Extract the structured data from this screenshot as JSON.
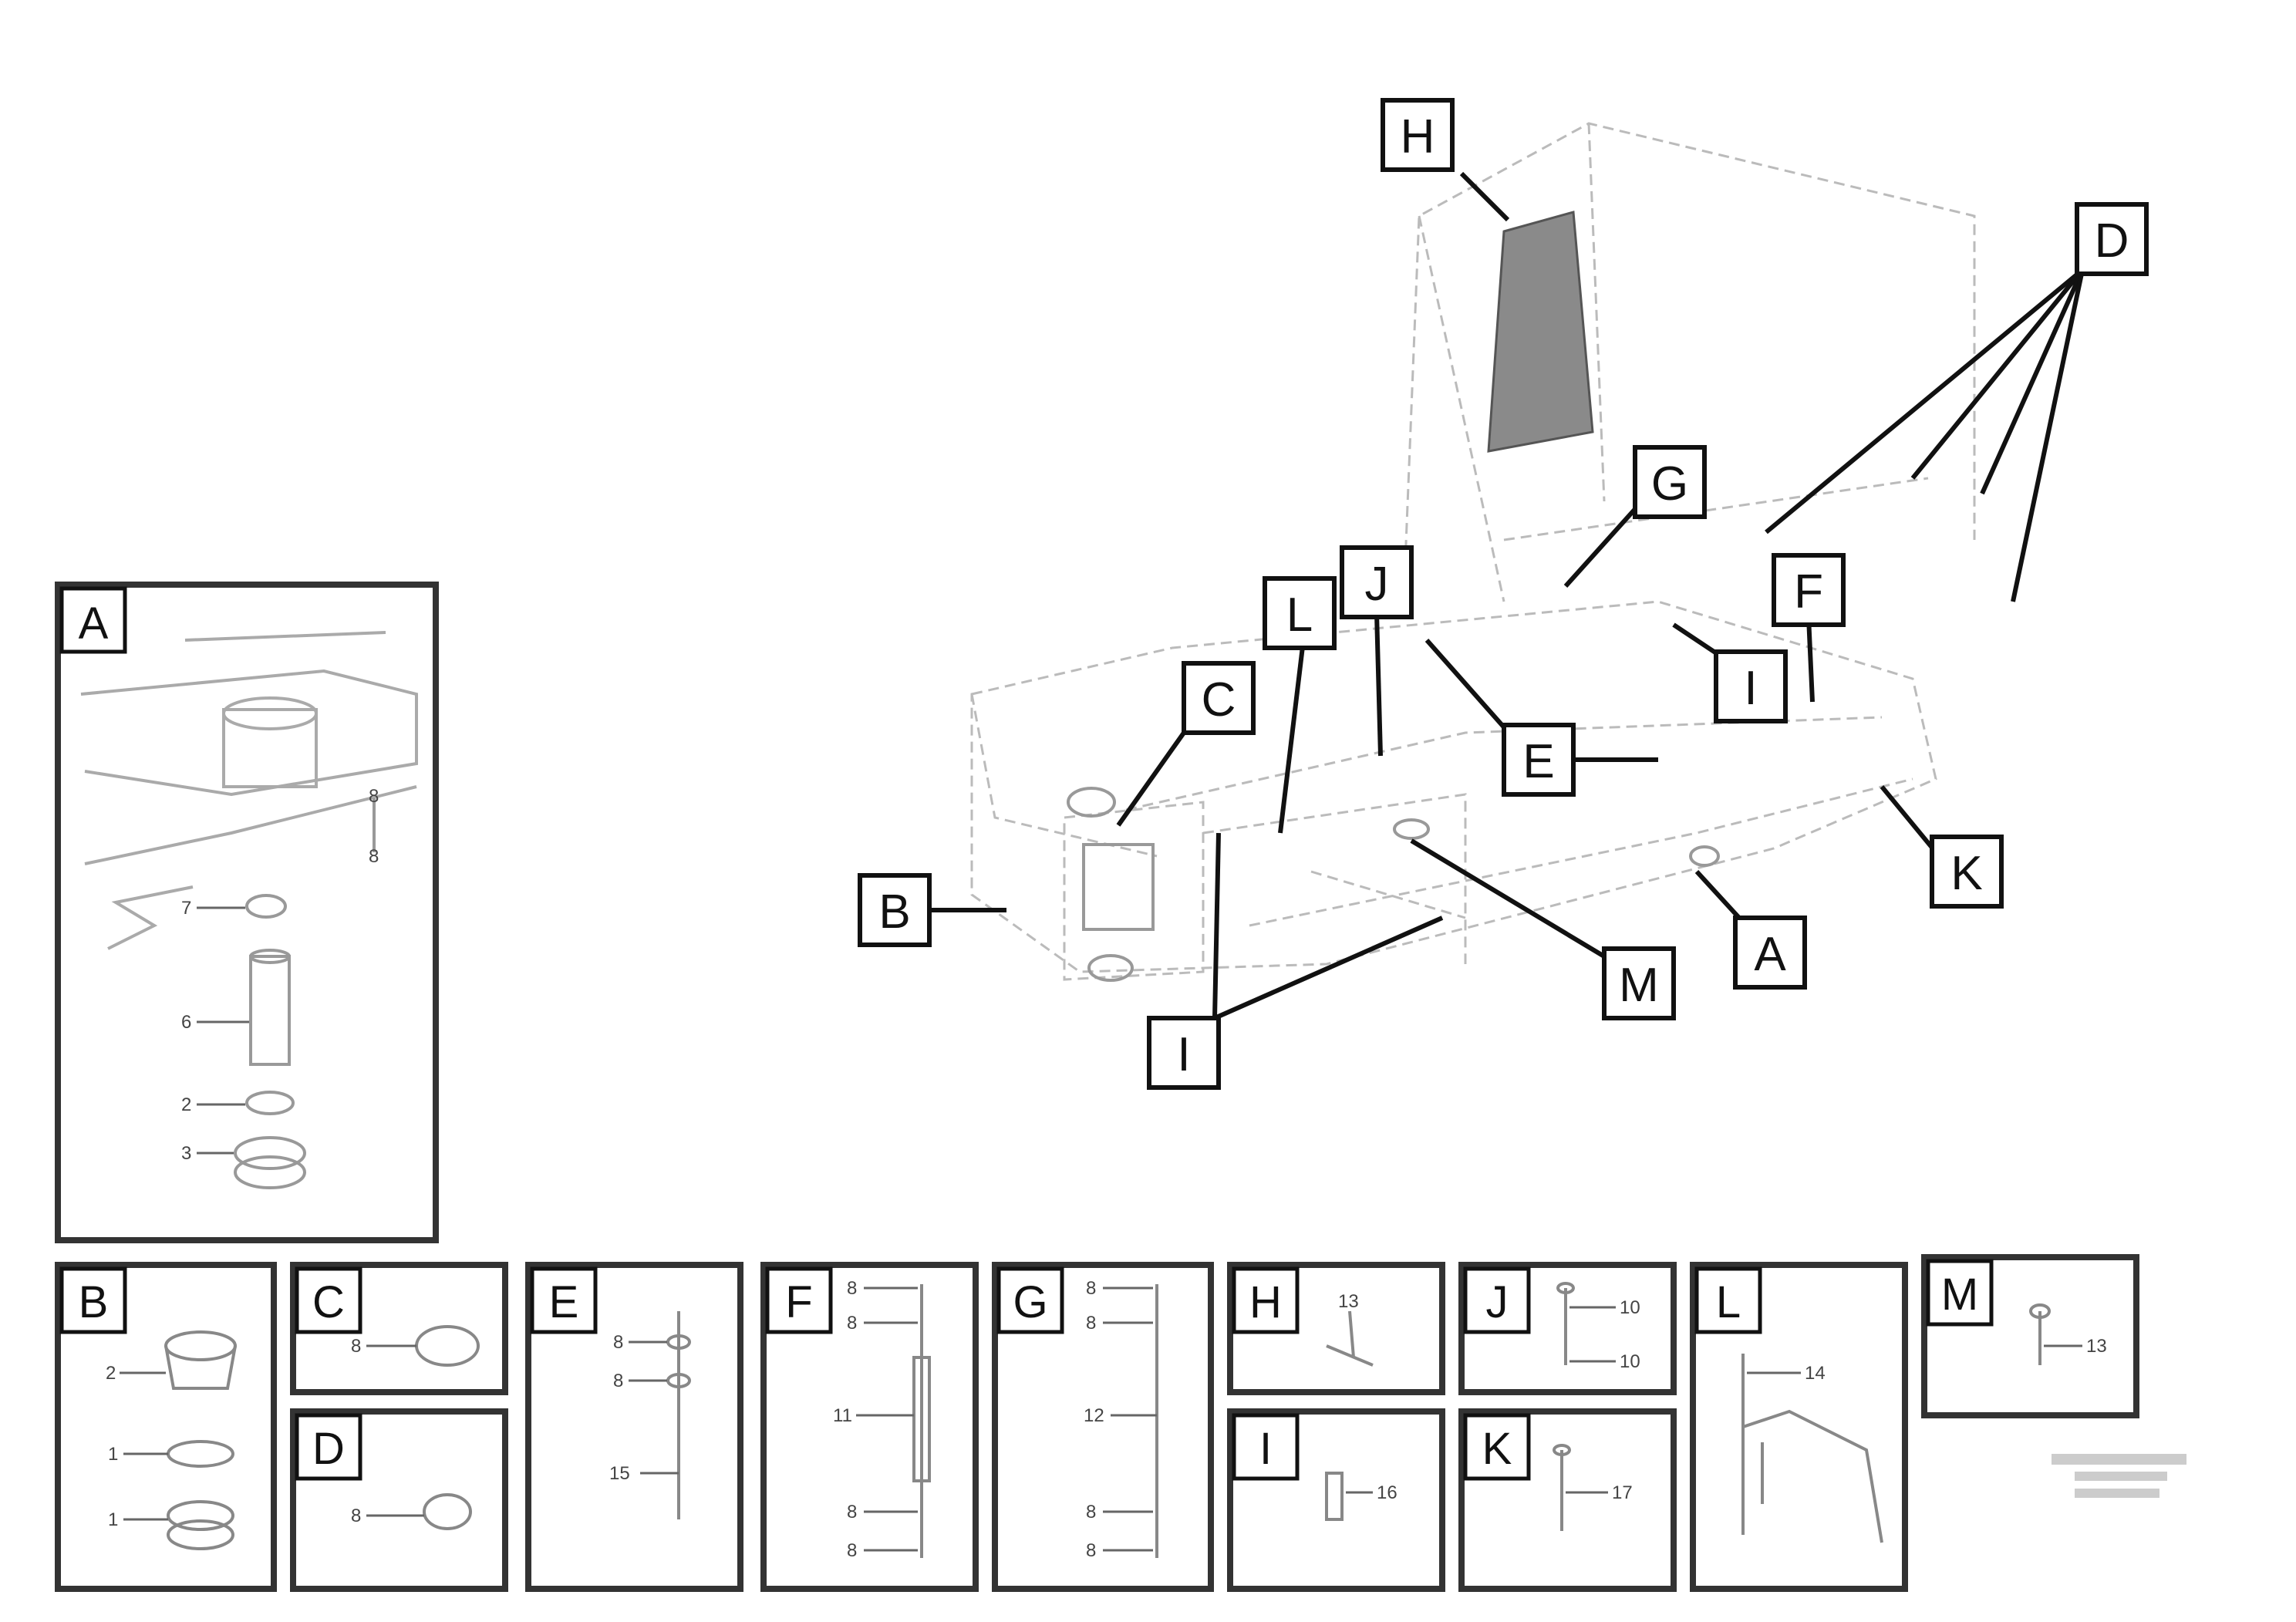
{
  "callouts": [
    "H",
    "D",
    "G",
    "L",
    "J",
    "C",
    "F",
    "E",
    "I",
    "B",
    "M",
    "A",
    "K",
    "I"
  ],
  "panels": {
    "A": {
      "label": "A",
      "numbers": [
        "8",
        "8",
        "7",
        "6",
        "2",
        "3"
      ]
    },
    "B": {
      "label": "B",
      "numbers": [
        "2",
        "1",
        "1"
      ]
    },
    "C": {
      "label": "C",
      "numbers": [
        "8"
      ]
    },
    "D": {
      "label": "D",
      "numbers": [
        "8"
      ]
    },
    "E": {
      "label": "E",
      "numbers": [
        "8",
        "8",
        "15"
      ]
    },
    "F": {
      "label": "F",
      "numbers": [
        "8",
        "8",
        "11",
        "8",
        "8"
      ]
    },
    "G": {
      "label": "G",
      "numbers": [
        "8",
        "8",
        "12",
        "8",
        "8"
      ]
    },
    "H": {
      "label": "H",
      "numbers": [
        "13"
      ]
    },
    "I": {
      "label": "I",
      "numbers": [
        "16"
      ]
    },
    "J": {
      "label": "J",
      "numbers": [
        "10",
        "10"
      ]
    },
    "K": {
      "label": "K",
      "numbers": [
        "17"
      ]
    },
    "L": {
      "label": "L",
      "numbers": [
        "14"
      ]
    },
    "M": {
      "label": "M",
      "numbers": [
        "13"
      ]
    }
  }
}
